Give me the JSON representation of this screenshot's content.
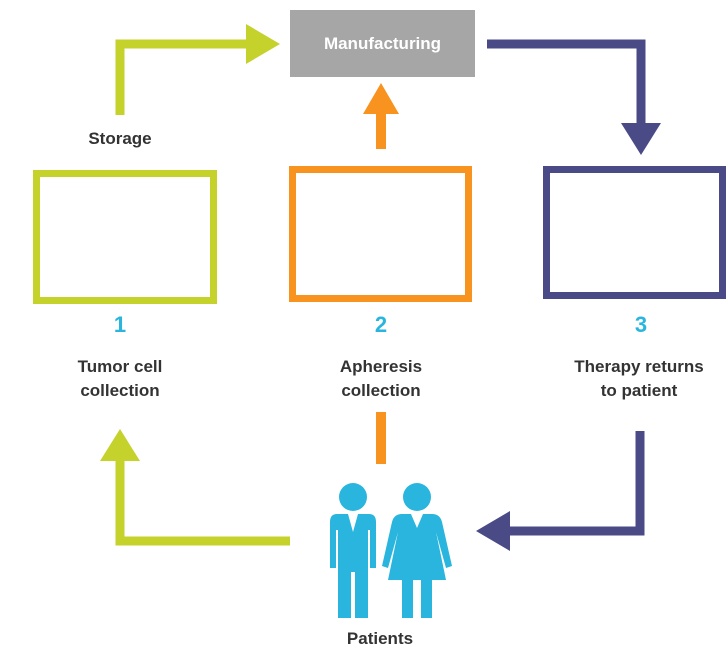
{
  "steps": {
    "manufacturing": "Manufacturing",
    "storage": "Storage",
    "step1_number": "1",
    "step1_line1": "Tumor cell",
    "step1_line2": "collection",
    "step2_number": "2",
    "step2_line1": "Apheresis",
    "step2_line2": "collection",
    "step3_number": "3",
    "step3_line1": "Therapy returns",
    "step3_line2": "to patient",
    "patients": "Patients"
  },
  "colors": {
    "lime": "#c4d22b",
    "orange": "#f7931e",
    "navy": "#4a4a87",
    "gray": "#a6a6a6",
    "cyan": "#29b5dd",
    "text": "#333333"
  },
  "icons": [
    "lab-equipment-icon",
    "clock-icon",
    "delivery-truck-icon",
    "medicine-bottle-icon",
    "world-map-icon",
    "male-patient-icon",
    "female-patient-icon"
  ]
}
